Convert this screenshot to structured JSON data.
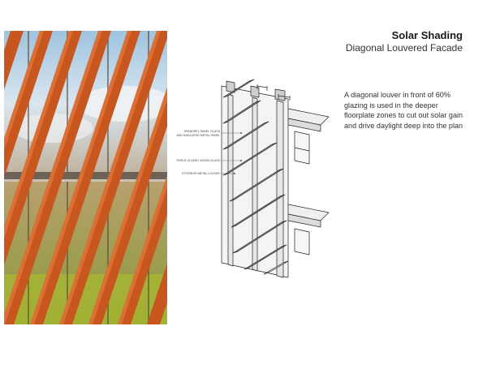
{
  "header": {
    "title": "Solar Shading",
    "subtitle": "Diagonal Louvered Facade"
  },
  "description": {
    "lines": [
      "A diagonal louver in front of 60%",
      "glazing is used in the deeper",
      "floorplate zones to cut out solar gain",
      "and drive daylight deep into the plan"
    ]
  },
  "callouts": {
    "spandrel_line1": "SPANDREL PANEL GLASS",
    "spandrel_line2": "AND INSULATED METAL PANEL",
    "vision_glass": "TRIPLE GLAZED VISION GLASS",
    "louver": "EXTERIOR METAL LOUVER"
  },
  "colors": {
    "louver_orange": "#c8561f",
    "sky": "#bcd6ea",
    "interior_glow": "#c7c24a",
    "drawing_line": "#222222",
    "drawing_fill": "#dcdcdc"
  }
}
